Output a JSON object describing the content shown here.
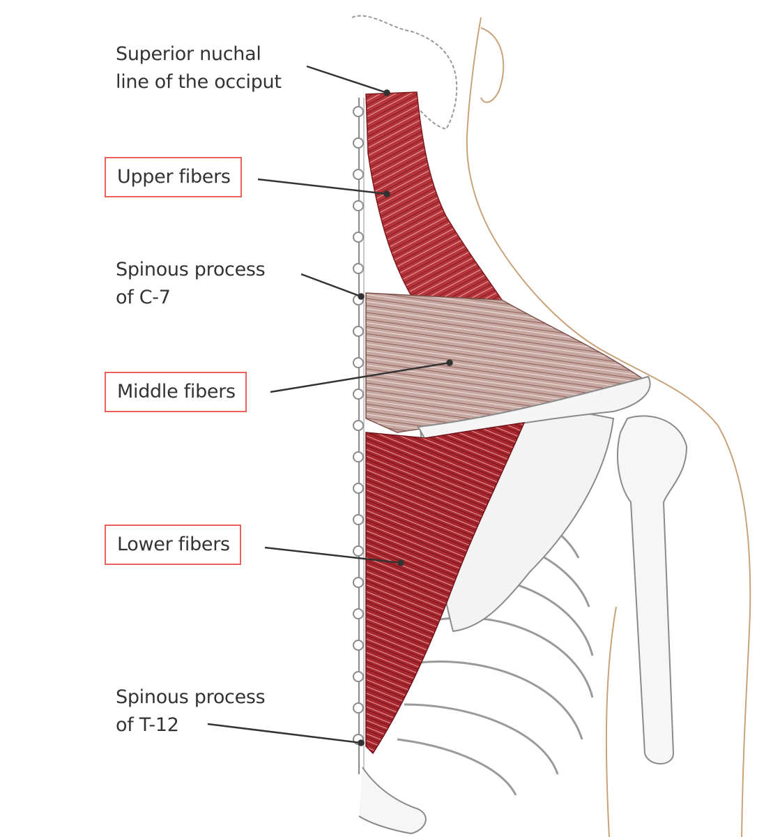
{
  "diagram": {
    "labels": {
      "superior_nuchal_line_1": "Superior nuchal",
      "superior_nuchal_line_2": "line of the occiput",
      "upper_fibers": "Upper fibers",
      "spinous_c7_1": "Spinous process",
      "spinous_c7_2": "of C-7",
      "middle_fibers": "Middle fibers",
      "lower_fibers": "Lower fibers",
      "spinous_t12_1": "Spinous process",
      "spinous_t12_2": "of T-12"
    },
    "colors": {
      "muscle": "#a8262d",
      "highlight_box": "#e8605a",
      "label_text": "#333333",
      "leader_line": "#333333",
      "skin_outline": "#c9a27a",
      "bone_outline": "#8a8a8a"
    }
  }
}
